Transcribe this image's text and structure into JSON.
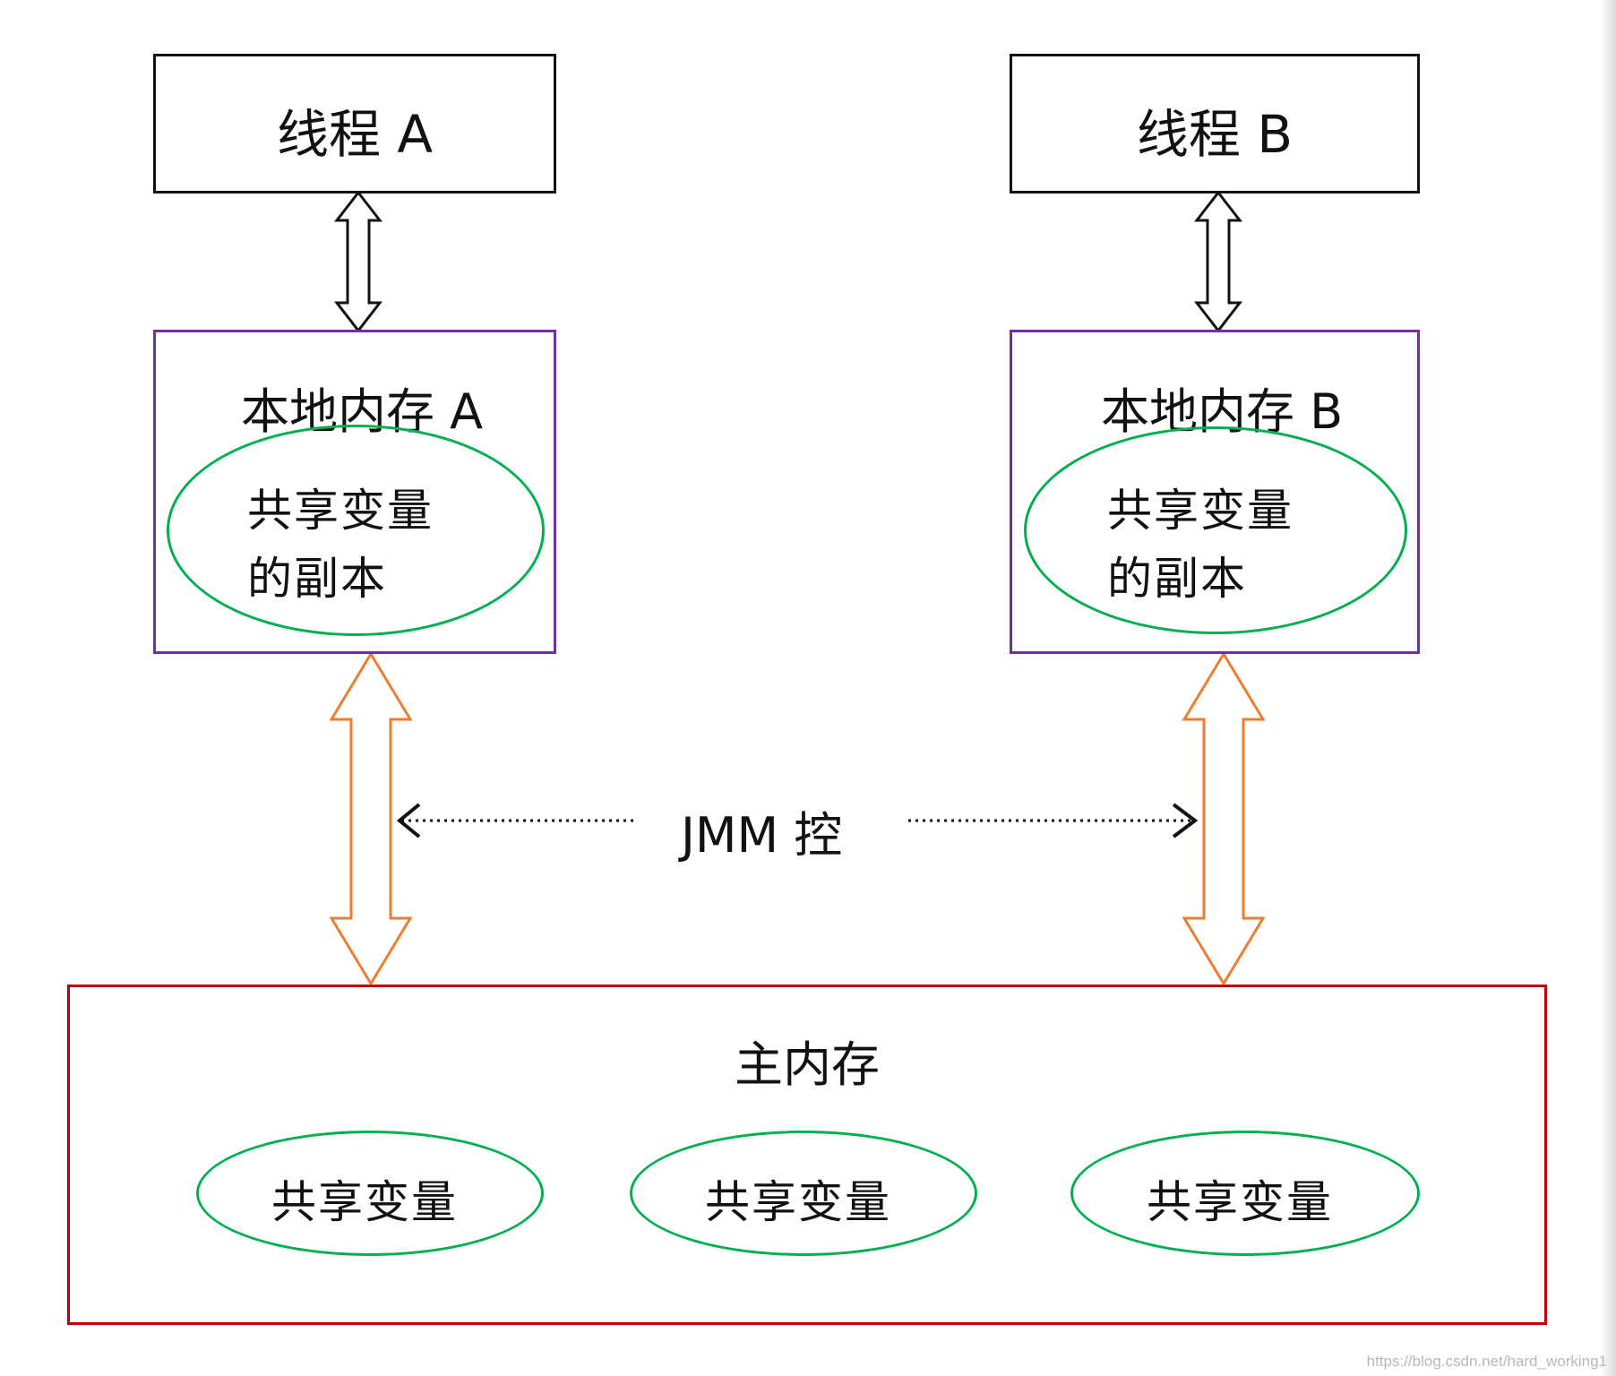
{
  "thread_a": {
    "label": "线程 A"
  },
  "thread_b": {
    "label": "线程 B"
  },
  "local_a": {
    "title": "本地内存 A",
    "copy_line1": "共享变量",
    "copy_line2": "的副本"
  },
  "local_b": {
    "title": "本地内存 B",
    "copy_line1": "共享变量",
    "copy_line2": "的副本"
  },
  "jmm": {
    "label": "JMM 控"
  },
  "main_memory": {
    "title": "主内存",
    "variables": [
      "共享变量",
      "共享变量",
      "共享变量"
    ]
  },
  "watermark": "https://blog.csdn.net/hard_working1",
  "colors": {
    "thread_border": "#111111",
    "local_border": "#7030A0",
    "main_border": "#C00000",
    "variable_border": "#00B050",
    "local_main_arrow": "#ED7D31",
    "thread_local_arrow": "#111111"
  }
}
